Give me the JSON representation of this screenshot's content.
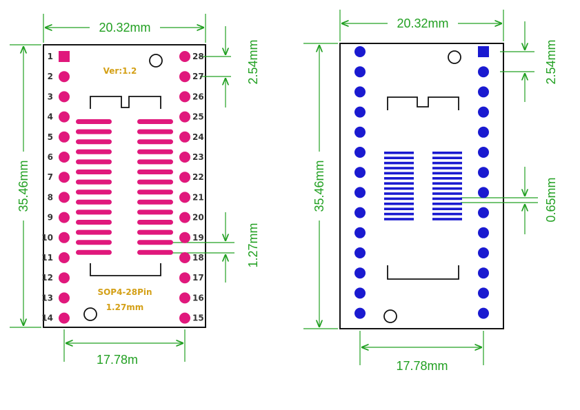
{
  "colors": {
    "dimension": "#22a022",
    "board_outline": "#111111",
    "front_pads": "#e0187c",
    "back_pads": "#1a1ad0",
    "silkscreen_text": "#d4a017"
  },
  "front_view": {
    "width_dim": "20.32mm",
    "height_dim": "35.46mm",
    "pitch_dim": "2.54mm",
    "smd_pitch_dim": "1.27mm",
    "row_spacing_dim": "17.78m",
    "version_label": "Ver:1.2",
    "package_label": "SOP4-28Pin",
    "pitch_label": "1.27mm",
    "left_pins": [
      "1",
      "2",
      "3",
      "4",
      "5",
      "6",
      "7",
      "8",
      "9",
      "10",
      "11",
      "12",
      "13",
      "14"
    ],
    "right_pins": [
      "28",
      "27",
      "26",
      "25",
      "24",
      "23",
      "22",
      "21",
      "20",
      "19",
      "18",
      "17",
      "16",
      "15"
    ]
  },
  "back_view": {
    "width_dim": "20.32mm",
    "height_dim": "35.46mm",
    "pitch_dim": "2.54mm",
    "smd_pitch_dim": "0.65mm",
    "row_spacing_dim": "17.78mm"
  }
}
